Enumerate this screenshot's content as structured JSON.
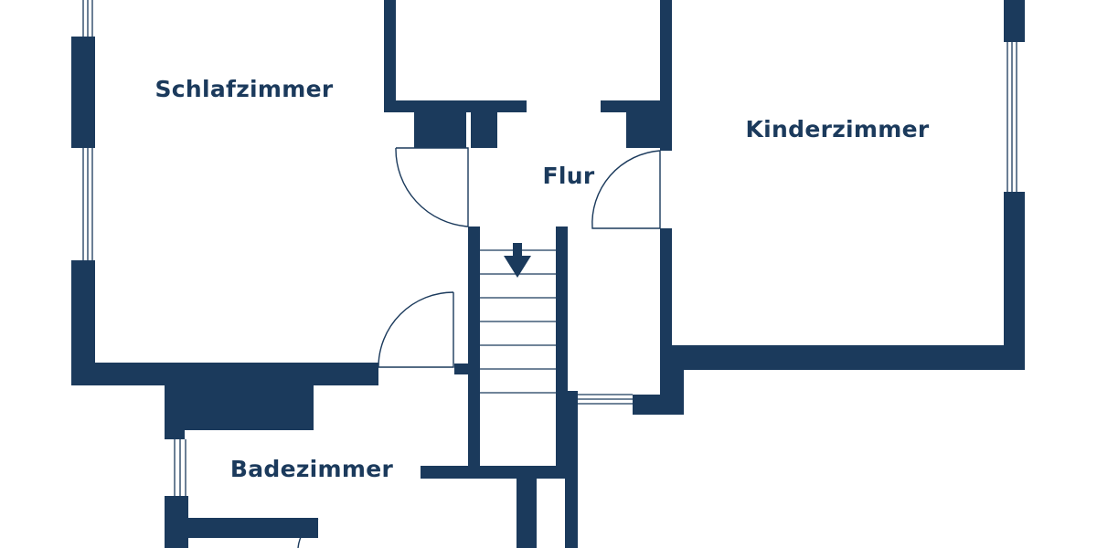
{
  "colors": {
    "wall": "#1b3a5c",
    "background": "#ffffff",
    "window_line": "#1b3a5c"
  },
  "rooms": {
    "schlafzimmer": "Schlafzimmer",
    "kinderzimmer": "Kinderzimmer",
    "flur": "Flur",
    "badezimmer": "Badezimmer"
  },
  "icons": {
    "stair_direction": "arrow-down-icon"
  }
}
